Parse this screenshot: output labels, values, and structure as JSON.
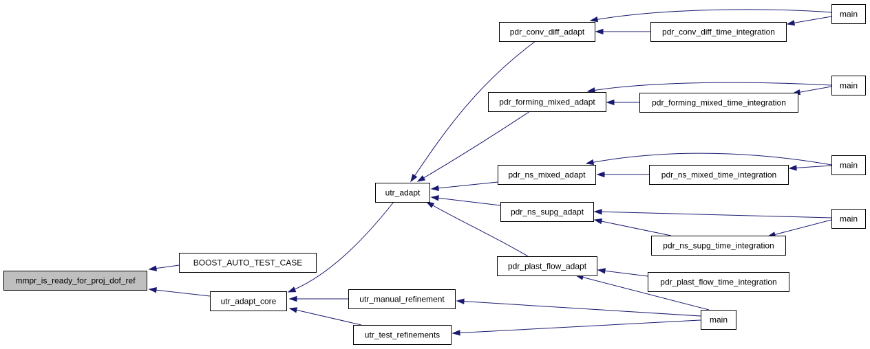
{
  "graph": {
    "nodes": [
      {
        "id": "mmpr",
        "label": "mmpr_is_ready_for_proj_dof_ref",
        "focus": true
      },
      {
        "id": "boost",
        "label": "BOOST_AUTO_TEST_CASE"
      },
      {
        "id": "core",
        "label": "utr_adapt_core"
      },
      {
        "id": "adapt",
        "label": "utr_adapt"
      },
      {
        "id": "manual",
        "label": "utr_manual_refinement"
      },
      {
        "id": "test",
        "label": "utr_test_refinements"
      },
      {
        "id": "conv",
        "label": "pdr_conv_diff_adapt"
      },
      {
        "id": "forming",
        "label": "pdr_forming_mixed_adapt"
      },
      {
        "id": "ns",
        "label": "pdr_ns_mixed_adapt"
      },
      {
        "id": "supg",
        "label": "pdr_ns_supg_adapt"
      },
      {
        "id": "plast",
        "label": "pdr_plast_flow_adapt"
      },
      {
        "id": "conv_t",
        "label": "pdr_conv_diff_time_integration"
      },
      {
        "id": "forming_t",
        "label": "pdr_forming_mixed_time_integration"
      },
      {
        "id": "ns_t",
        "label": "pdr_ns_mixed_time_integration"
      },
      {
        "id": "supg_t",
        "label": "pdr_ns_supg_time_integration"
      },
      {
        "id": "plast_t",
        "label": "pdr_plast_flow_time_integration"
      },
      {
        "id": "main1",
        "label": "main"
      },
      {
        "id": "main2",
        "label": "main"
      },
      {
        "id": "main3",
        "label": "main"
      },
      {
        "id": "main4",
        "label": "main"
      },
      {
        "id": "main5",
        "label": "main"
      }
    ],
    "edges": [
      {
        "from": "boost",
        "to": "mmpr"
      },
      {
        "from": "core",
        "to": "mmpr"
      },
      {
        "from": "adapt",
        "to": "core"
      },
      {
        "from": "manual",
        "to": "core"
      },
      {
        "from": "test",
        "to": "core"
      },
      {
        "from": "conv",
        "to": "adapt"
      },
      {
        "from": "forming",
        "to": "adapt"
      },
      {
        "from": "ns",
        "to": "adapt"
      },
      {
        "from": "supg",
        "to": "adapt"
      },
      {
        "from": "plast",
        "to": "adapt"
      },
      {
        "from": "main1",
        "to": "conv"
      },
      {
        "from": "conv_t",
        "to": "conv"
      },
      {
        "from": "main1",
        "to": "conv_t"
      },
      {
        "from": "main2",
        "to": "forming"
      },
      {
        "from": "forming_t",
        "to": "forming"
      },
      {
        "from": "main2",
        "to": "forming_t"
      },
      {
        "from": "main3",
        "to": "ns"
      },
      {
        "from": "ns_t",
        "to": "ns"
      },
      {
        "from": "main3",
        "to": "ns_t"
      },
      {
        "from": "main4",
        "to": "supg"
      },
      {
        "from": "supg_t",
        "to": "supg"
      },
      {
        "from": "main4",
        "to": "supg_t"
      },
      {
        "from": "plast_t",
        "to": "plast"
      },
      {
        "from": "main5",
        "to": "plast"
      },
      {
        "from": "main5",
        "to": "manual"
      },
      {
        "from": "main5",
        "to": "test"
      }
    ]
  }
}
